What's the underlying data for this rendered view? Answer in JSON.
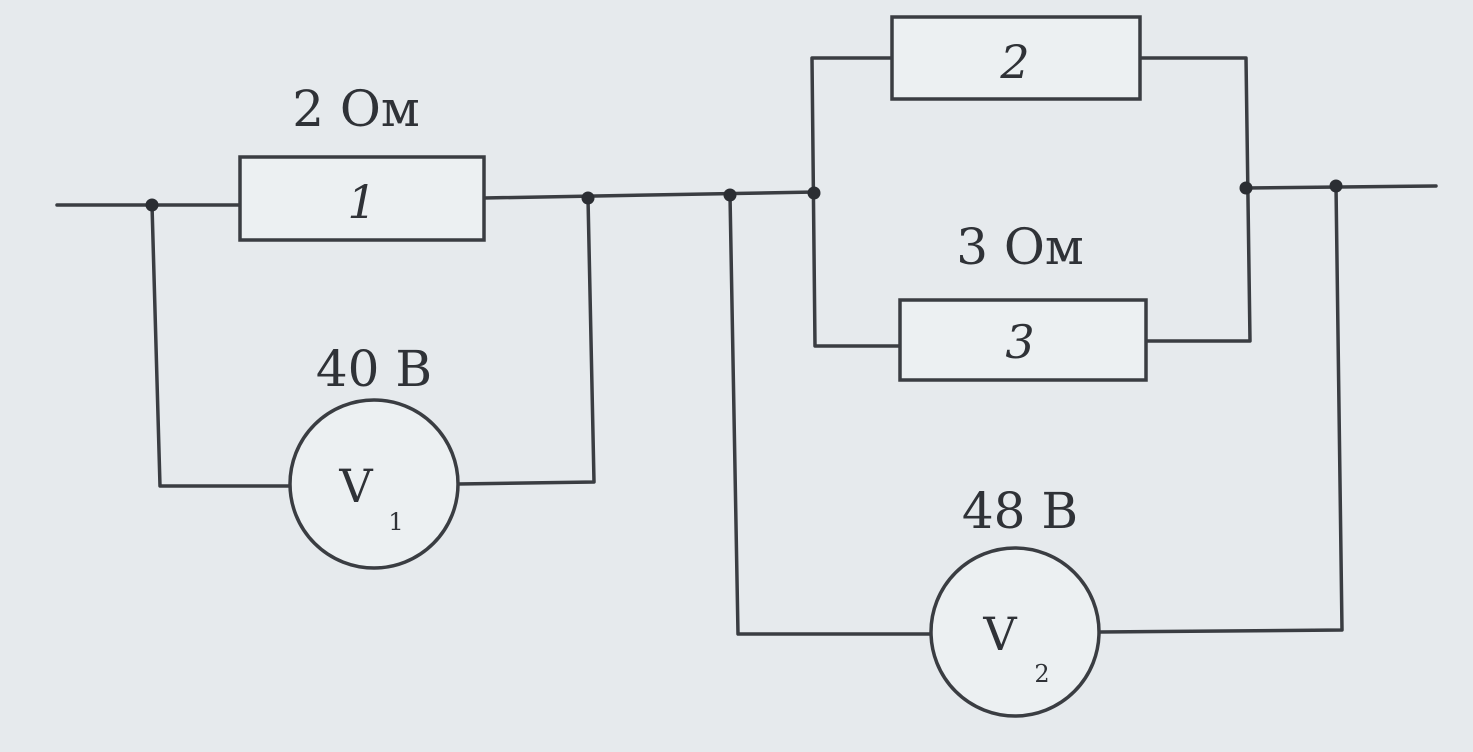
{
  "resistors": {
    "r1": {
      "index": "1",
      "value": "2 Ом"
    },
    "r2": {
      "index": "2"
    },
    "r3": {
      "index": "3",
      "value": "3 Ом"
    }
  },
  "voltmeters": {
    "v1": {
      "letter": "V",
      "sub": "1",
      "reading": "40 В"
    },
    "v2": {
      "letter": "V",
      "sub": "2",
      "reading": "48 В"
    }
  }
}
